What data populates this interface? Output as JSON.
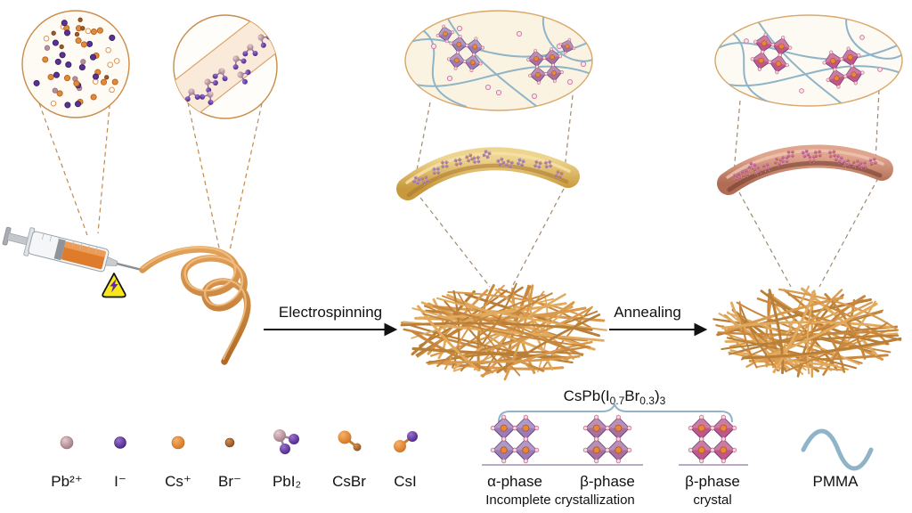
{
  "process": {
    "step1_label": "Electrospinning",
    "step2_label": "Annealing"
  },
  "formula": {
    "pre": "CsPb(I",
    "sub1": "0.7",
    "mid": "Br",
    "sub2": "0.3",
    "close": ")",
    "sub3": "3"
  },
  "legend": {
    "items": [
      {
        "id": "pb",
        "label": "Pb²⁺",
        "icon": "lead-ion-sphere",
        "color": "#b98e9c"
      },
      {
        "id": "i",
        "label": "I⁻",
        "icon": "iodide-ion-sphere",
        "color": "#5a3292"
      },
      {
        "id": "cs",
        "label": "Cs⁺",
        "icon": "cesium-ion-sphere",
        "color": "#e08a3c"
      },
      {
        "id": "br",
        "label": "Br⁻",
        "icon": "bromide-ion-sphere",
        "color": "#a05a28"
      },
      {
        "id": "pbi2",
        "label": "PbI₂",
        "icon": "lead-iodide-molecule"
      },
      {
        "id": "csbr",
        "label": "CsBr",
        "icon": "cesium-bromide-molecule"
      },
      {
        "id": "csi",
        "label": "CsI",
        "icon": "cesium-iodide-molecule"
      },
      {
        "id": "alpha",
        "label": "α-phase",
        "icon": "alpha-phase-cluster",
        "color": "#9b7bb8"
      },
      {
        "id": "beta",
        "label": "β-phase",
        "icon": "beta-phase-cluster",
        "color": "#a86fa0"
      },
      {
        "id": "beta_crystal",
        "label": "β-phase",
        "icon": "beta-phase-crystal-cluster",
        "color": "#c2558a"
      },
      {
        "id": "pmma",
        "label": "PMMA",
        "icon": "polymer-wave",
        "color": "#8fb3c7"
      }
    ],
    "annotations": {
      "incomplete_crystallization": "Incomplete crystallization",
      "crystal": "crystal"
    }
  },
  "colors": {
    "fiber": "#d99a4e",
    "lead": "#b98e9c",
    "iodine": "#5a3292",
    "cesium": "#e08a3c",
    "bromine": "#a05a28",
    "pmma": "#8fb3c7",
    "alpha_phase": "#9b7bb8",
    "beta_phase": "#a86fa0",
    "beta_crystal": "#c2558a",
    "arrow": "#111111",
    "warning_yellow": "#f8e71c"
  }
}
